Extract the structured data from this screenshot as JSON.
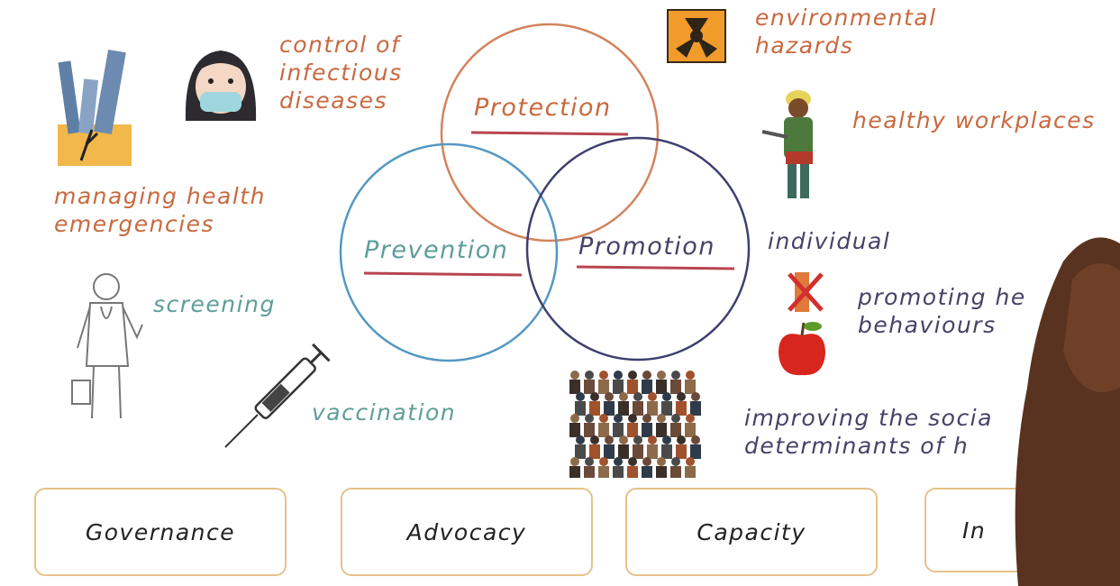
{
  "diagram": {
    "circles": [
      {
        "id": "protection",
        "label": "Protection",
        "color": "#d3835d",
        "underline": "#b8454f"
      },
      {
        "id": "prevention",
        "label": "Prevention",
        "color": "#5598c4",
        "underline": "#b8454f"
      },
      {
        "id": "promotion",
        "label": "Promotion",
        "color": "#3e3f70",
        "underline": "#b8454f"
      }
    ]
  },
  "protection_items": {
    "infectious": [
      "control of",
      "infectious",
      "diseases"
    ],
    "environmental": [
      "environmental",
      "hazards"
    ],
    "workplaces": "healthy workplaces",
    "emergencies": [
      "managing health",
      "emergencies"
    ]
  },
  "prevention_items": {
    "screening": "screening",
    "vaccination": "vaccination"
  },
  "promotion_items": {
    "individual": "individual",
    "behaviours": [
      "promoting he",
      "behaviours"
    ],
    "social": [
      "improving the socia",
      "determinants of h"
    ]
  },
  "enablers": [
    "Governance",
    "Advocacy",
    "Capacity",
    "In"
  ],
  "colors": {
    "orange_text": "#c8693f",
    "teal_text": "#5e9e99",
    "purple_text": "#454266",
    "box_border": "#e7c189"
  },
  "icons": [
    "city-emergency-icon",
    "masked-person-icon",
    "biohazard-sign-icon",
    "worker-icon",
    "doctor-icon",
    "syringe-icon",
    "crowd-icon",
    "no-smoking-icon",
    "apple-icon",
    "presenter-hand-icon"
  ]
}
